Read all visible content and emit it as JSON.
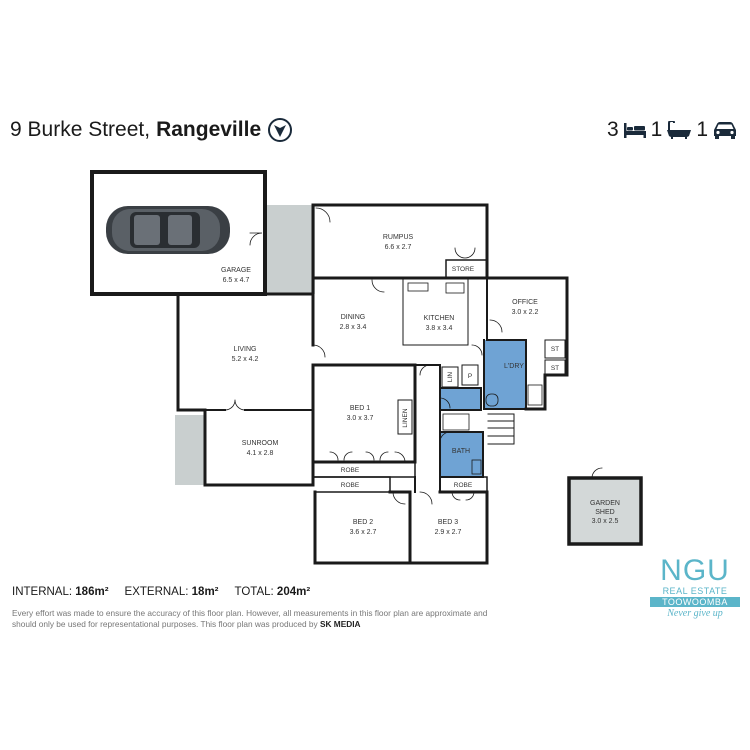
{
  "header": {
    "address_street": "9 Burke Street,",
    "address_suburb": "Rangeville"
  },
  "stats": {
    "beds": "3",
    "baths": "1",
    "cars": "1",
    "bed_icon": "bed-icon",
    "bath_icon": "bath-icon",
    "car_icon": "car-icon"
  },
  "rooms": {
    "garage": {
      "name": "GARAGE",
      "size": "6.5 x 4.7"
    },
    "rumpus": {
      "name": "RUMPUS",
      "size": "6.6 x 2.7"
    },
    "store": {
      "name": "STORE"
    },
    "dining": {
      "name": "DINING",
      "size": "2.8 x 3.4"
    },
    "kitchen": {
      "name": "KITCHEN",
      "size": "3.8 x 3.4"
    },
    "office": {
      "name": "OFFICE",
      "size": "3.0 x 2.2"
    },
    "living": {
      "name": "LIVING",
      "size": "5.2 x 4.2"
    },
    "bed1": {
      "name": "BED 1",
      "size": "3.0 x 3.7"
    },
    "linen": {
      "name": "LINEN"
    },
    "lin": {
      "name": "LIN"
    },
    "p": {
      "name": "P"
    },
    "laundry": {
      "name": "L'DRY"
    },
    "st1": {
      "name": "ST"
    },
    "st2": {
      "name": "ST"
    },
    "sunroom": {
      "name": "SUNROOM",
      "size": "4.1 x 2.8"
    },
    "bath": {
      "name": "BATH"
    },
    "robe1": {
      "name": "ROBE"
    },
    "robe2": {
      "name": "ROBE"
    },
    "robe3": {
      "name": "ROBE"
    },
    "bed2": {
      "name": "BED 2",
      "size": "3.6 x 2.7"
    },
    "bed3": {
      "name": "BED 3",
      "size": "2.9 x 2.7"
    },
    "garden_shed": {
      "name1": "GARDEN",
      "name2": "SHED",
      "size": "3.0 x 2.5"
    }
  },
  "areas": {
    "internal_label": "INTERNAL:",
    "internal_value": "186m²",
    "external_label": "EXTERNAL:",
    "external_value": "18m²",
    "total_label": "TOTAL:",
    "total_value": "204m²"
  },
  "disclaimer": {
    "text": "Every effort was made to ensure the accuracy of this floor plan. However, all measurements in this floor plan are approximate and should only be used for representational purposes. This floor plan was produced by ",
    "producer": "SK MEDIA"
  },
  "logo": {
    "main": "NGU",
    "line1": "REAL ESTATE",
    "line2": "TOOWOOMBA",
    "tagline": "Never give up"
  },
  "colors": {
    "wall": "#1a1a1a",
    "wet_area": "#6fa3d4",
    "outdoor": "#c9cfcf",
    "logo": "#5bb5c9"
  }
}
